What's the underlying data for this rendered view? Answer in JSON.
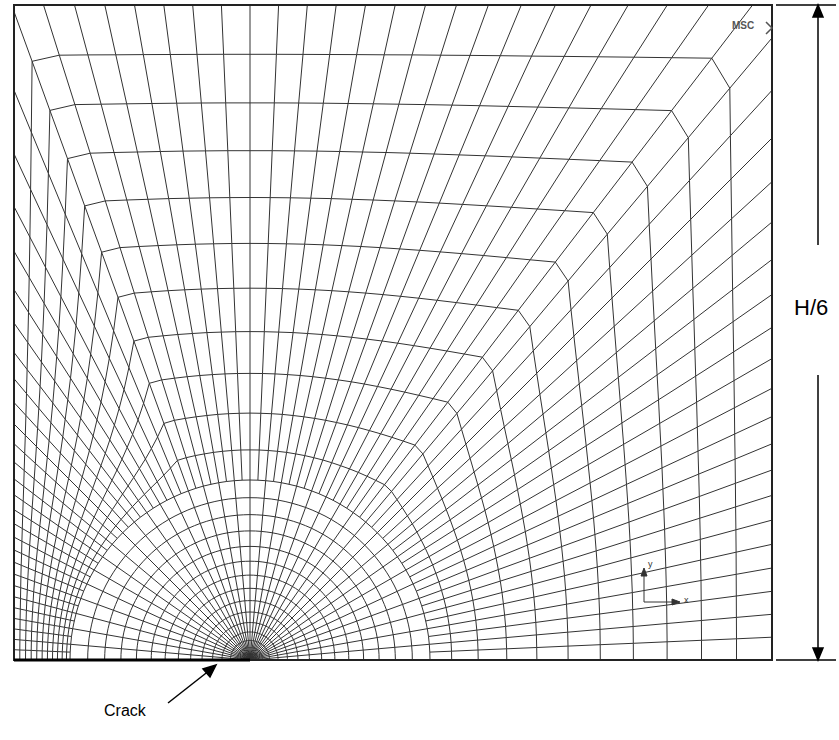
{
  "diagram": {
    "labels": [
      "MSC",
      "H/6",
      "Crack",
      "y",
      "x"
    ]
  }
}
